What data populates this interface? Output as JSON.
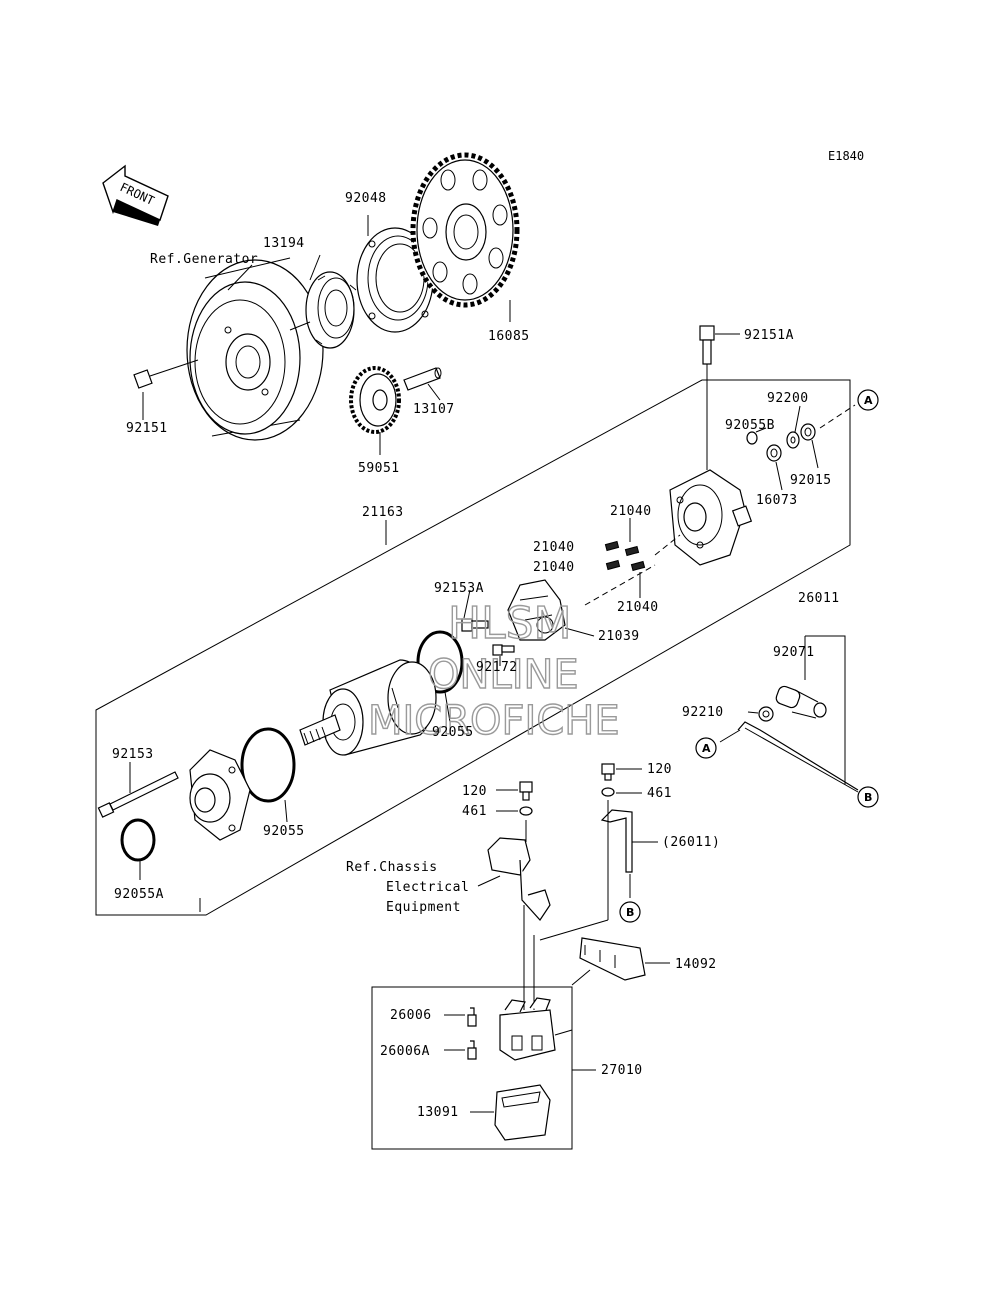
{
  "diagram_code": "E1840",
  "front_arrow_label": "FRONT",
  "refs": {
    "generator": "Ref.Generator",
    "chassis_line1": "Ref.Chassis",
    "chassis_line2": "Electrical",
    "chassis_line3": "Equipment"
  },
  "parts": {
    "p92048": "92048",
    "p13194": "13194",
    "p16085": "16085",
    "p13107": "13107",
    "p59051": "59051",
    "p92151": "92151",
    "p92151A": "92151A",
    "p92200": "92200",
    "p92055B": "92055B",
    "p92015": "92015",
    "p16073": "16073",
    "p21163": "21163",
    "p21040a": "21040",
    "p21040b": "21040",
    "p21040c": "21040",
    "p21040d": "21040",
    "p92153A": "92153A",
    "p21039": "21039",
    "p92172": "92172",
    "p92055": "92055",
    "p92055_2": "92055",
    "p92153": "92153",
    "p92055A": "92055A",
    "p26011": "26011",
    "p92071": "92071",
    "p92210": "92210",
    "p120a": "120",
    "p461a": "461",
    "p120b": "120",
    "p461b": "461",
    "p26011_paren": "(26011)",
    "p14092": "14092",
    "p26006": "26006",
    "p26006A": "26006A",
    "p27010": "27010",
    "p13091": "13091"
  },
  "connectors": {
    "a": "A",
    "b": "B"
  },
  "watermark": {
    "line1": "HLSM",
    "line2": "ONLINE",
    "line3": "MICROFICHE"
  }
}
